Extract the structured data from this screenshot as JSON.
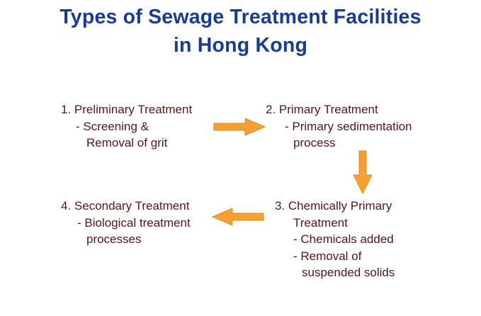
{
  "title": {
    "line1": "Types of Sewage Treatment Facilities",
    "line2": "in Hong Kong"
  },
  "steps": [
    {
      "lines": [
        "1.  Preliminary Treatment",
        "- Screening &",
        "Removal of grit"
      ]
    },
    {
      "lines": [
        "2.  Primary Treatment",
        "- Primary sedimentation",
        "process"
      ]
    },
    {
      "lines": [
        "3.  Chemically Primary",
        "Treatment",
        "- Chemicals added",
        "- Removal of",
        "suspended solids"
      ]
    },
    {
      "lines": [
        "4.  Secondary Treatment",
        "- Biological treatment",
        "processes"
      ]
    }
  ],
  "colors": {
    "title": "#1a3a94",
    "text": "#5a1414",
    "arrow": "#f5a033"
  },
  "arrows": [
    "arrow-right",
    "arrow-down",
    "arrow-left"
  ]
}
